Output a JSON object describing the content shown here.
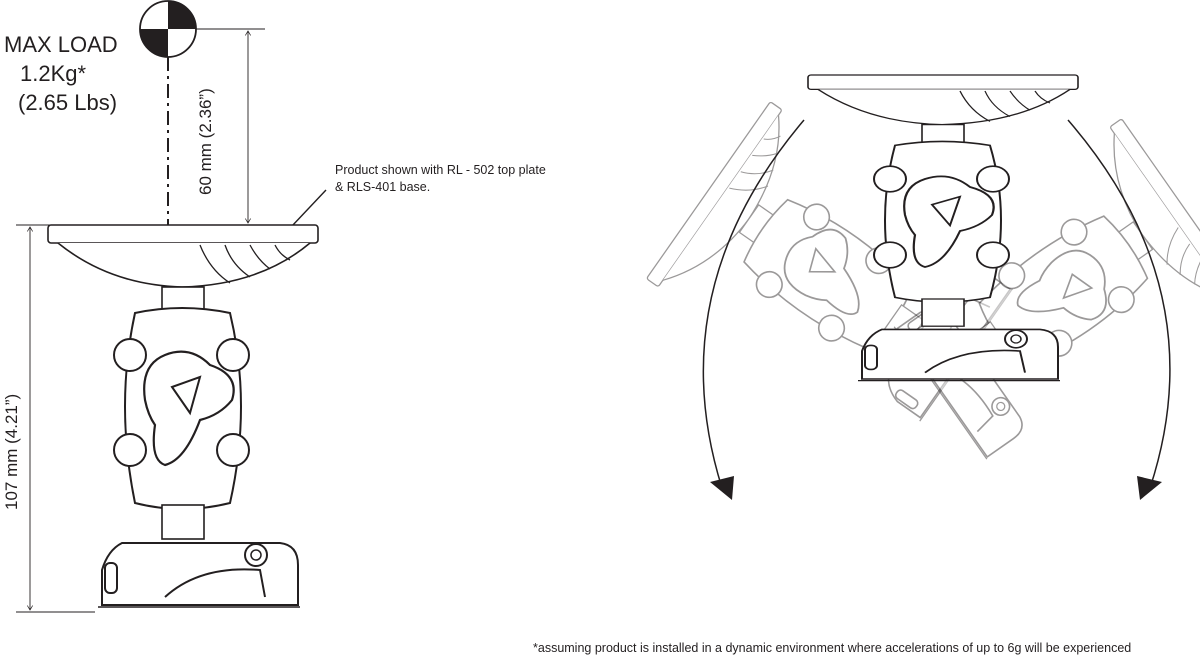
{
  "max_load": {
    "title": "MAX LOAD",
    "kg": "1.2Kg*",
    "lbs": "(2.65 Lbs)"
  },
  "dimensions": {
    "height_above_plate": "60 mm (2.36”)",
    "total_height": "107 mm (4.21”)"
  },
  "note": {
    "line1": "Product shown with RL - 502 top plate",
    "line2": "& RLS-401 base."
  },
  "footnote": "*assuming product is installed in a dynamic environment where accelerations of up to 6g will be experienced",
  "colors": {
    "line": "#231f20",
    "ghost": "#9a9a9a"
  }
}
